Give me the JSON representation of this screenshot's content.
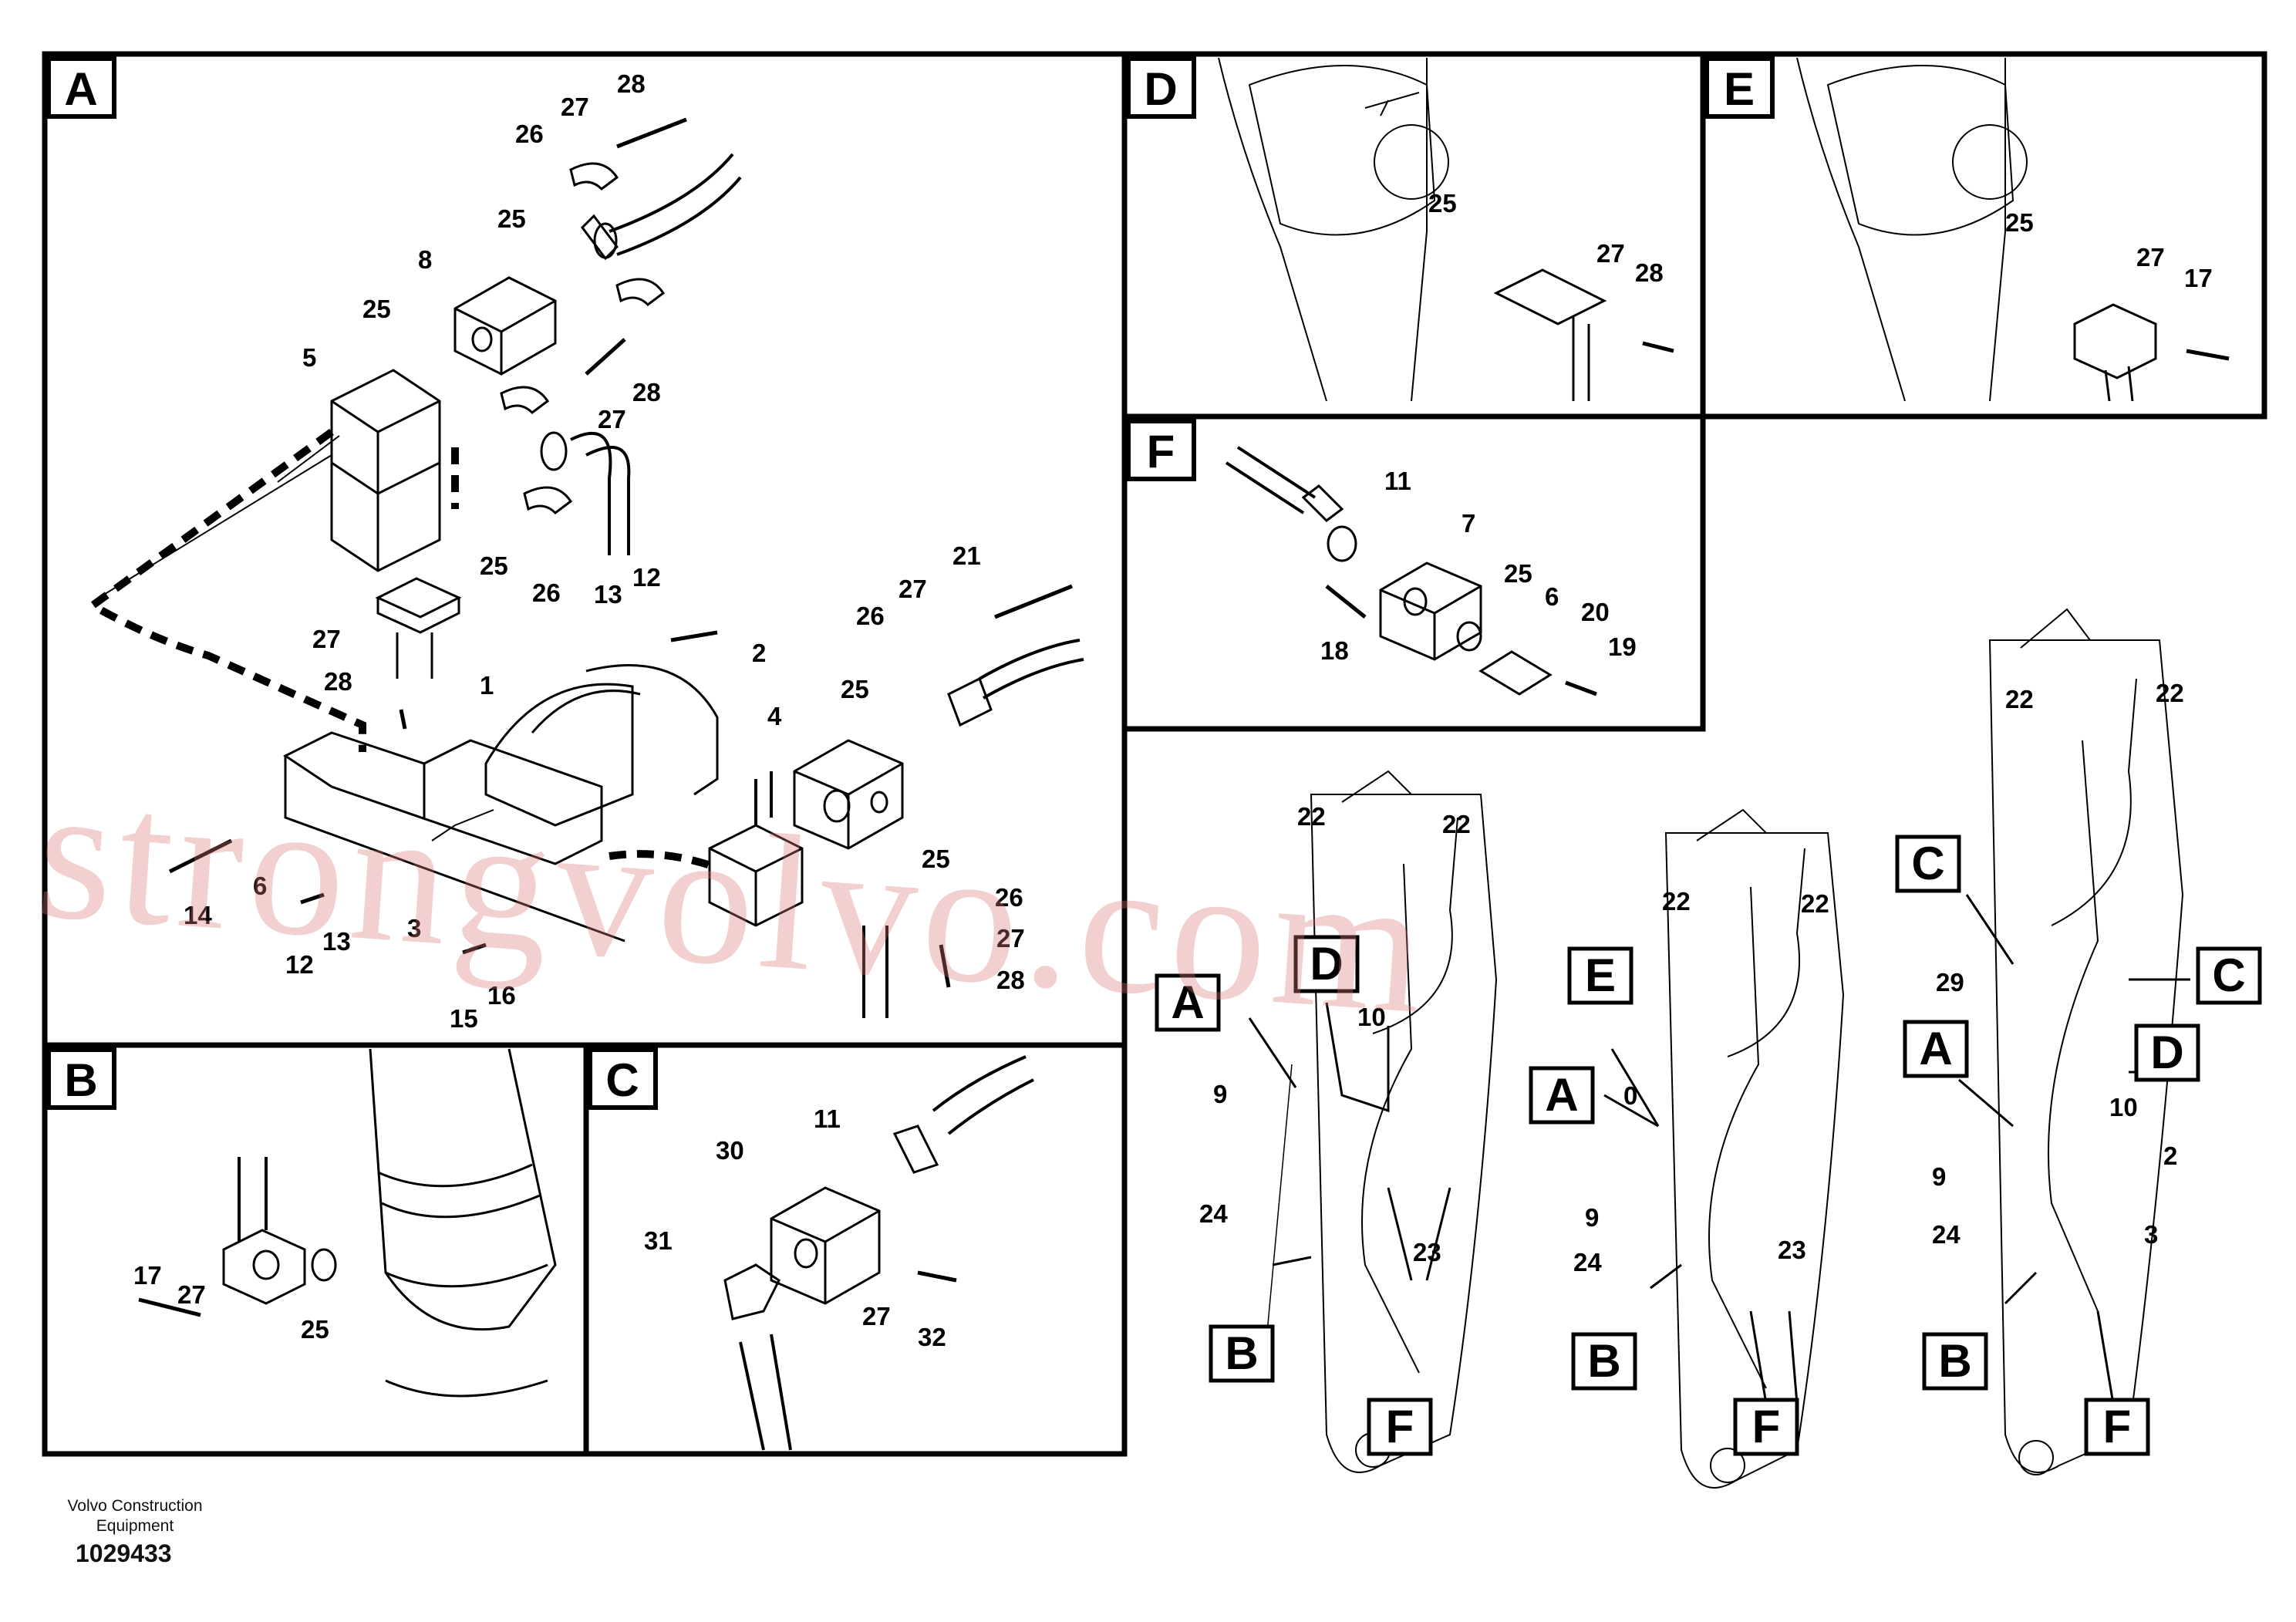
{
  "panels": [
    {
      "letter": "A"
    },
    {
      "letter": "B"
    },
    {
      "letter": "C"
    },
    {
      "letter": "D"
    },
    {
      "letter": "E"
    },
    {
      "letter": "F"
    }
  ],
  "callouts": {
    "A": [
      "28",
      "27",
      "26",
      "25",
      "8",
      "25",
      "5",
      "28",
      "27",
      "25",
      "26",
      "12",
      "13",
      "21",
      "27",
      "26",
      "2",
      "27",
      "28",
      "1",
      "25",
      "4",
      "25",
      "26",
      "27",
      "28",
      "14",
      "6",
      "13",
      "3",
      "12",
      "15",
      "16"
    ],
    "B": [
      "17",
      "27",
      "25"
    ],
    "C": [
      "11",
      "30",
      "31",
      "27",
      "32"
    ],
    "D": [
      "25",
      "27",
      "28"
    ],
    "E": [
      "25",
      "27",
      "17"
    ],
    "F": [
      "11",
      "7",
      "18",
      "25",
      "6",
      "20",
      "19"
    ],
    "overview": [
      "22",
      "22",
      "22",
      "22",
      "22",
      "22",
      "10",
      "9",
      "24",
      "23",
      "0",
      "9",
      "24",
      "23",
      "29",
      "10",
      "9",
      "24",
      "3",
      "2"
    ]
  },
  "overview_labels": [
    "A",
    "D",
    "B",
    "F",
    "E",
    "A",
    "B",
    "F",
    "C",
    "C",
    "A",
    "D",
    "B",
    "F"
  ],
  "footer": {
    "brand": "Volvo Construction Equipment",
    "doc_number": "1029433"
  },
  "watermark": "strongvolvo.com"
}
